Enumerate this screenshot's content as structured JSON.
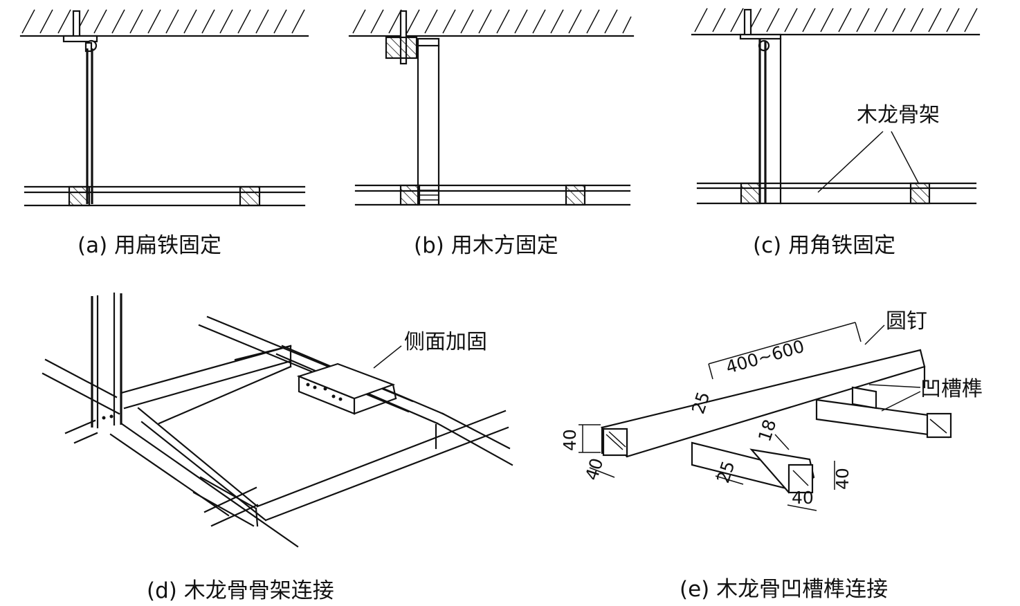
{
  "captions": {
    "a": "(a) 用扁铁固定",
    "b": "(b) 用木方固定",
    "c": "(c) 用角铁固定",
    "d": "(d) 木龙骨骨架连接",
    "e": "(e) 木龙骨凹槽榫连接"
  },
  "labels": {
    "c_frame": "木龙骨架",
    "d_side": "侧面加固",
    "e_nail": "圆钉",
    "e_groove": "凹槽榫"
  },
  "dimensions": {
    "spacing": "400~600",
    "groove_depth": "25",
    "groove_width": "18",
    "groove_small": "25",
    "left_h": "40",
    "left_w": "40",
    "right_h": "40",
    "right_w": "40"
  }
}
